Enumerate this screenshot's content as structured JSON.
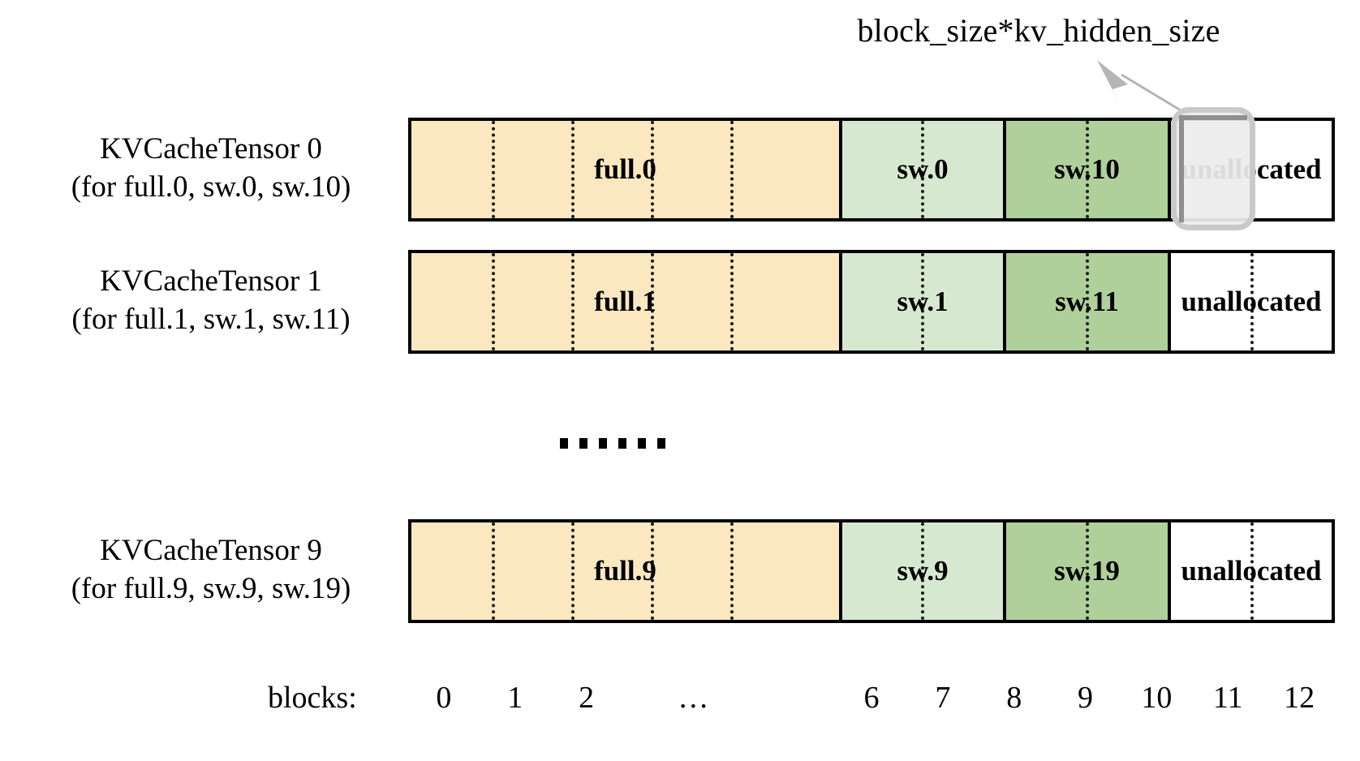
{
  "diagram": {
    "title_callout": "block_size*kv_hidden_size",
    "axis_caption": "blocks:",
    "block_ticks": [
      "0",
      "1",
      "2",
      "…",
      "6",
      "7",
      "8",
      "9",
      "10",
      "11",
      "12"
    ],
    "ellipsis_marker": "......",
    "colors": {
      "full_fill": "#FBE8C0",
      "sw_light_fill": "#D7E8D0",
      "sw_dark_fill": "#AFD09B",
      "unallocated_fill": "#FFFFFF",
      "border": "#000000",
      "highlight_border": "#C9C9C9",
      "highlight_fill": "#ECECEC",
      "arrow": "#B5B5B5",
      "divider_dotted": "#1A1A1A"
    },
    "rows": [
      {
        "label_line1": "KVCacheTensor 0",
        "label_line2": "(for full.0, sw.0, sw.10)",
        "segments": [
          {
            "name": "full.0",
            "kind": "full"
          },
          {
            "name": "sw.0",
            "kind": "sw-light"
          },
          {
            "name": "sw.10",
            "kind": "sw-dark"
          },
          {
            "name": "unallocated",
            "kind": "unallocated"
          }
        ]
      },
      {
        "label_line1": "KVCacheTensor 1",
        "label_line2": "(for full.1, sw.1, sw.11)",
        "segments": [
          {
            "name": "full.1",
            "kind": "full"
          },
          {
            "name": "sw.1",
            "kind": "sw-light"
          },
          {
            "name": "sw.11",
            "kind": "sw-dark"
          },
          {
            "name": "unallocated",
            "kind": "unallocated"
          }
        ]
      },
      {
        "label_line1": "KVCacheTensor 9",
        "label_line2": "(for full.9, sw.9, sw.19)",
        "segments": [
          {
            "name": "full.9",
            "kind": "full"
          },
          {
            "name": "sw.9",
            "kind": "sw-light"
          },
          {
            "name": "sw.19",
            "kind": "sw-dark"
          },
          {
            "name": "unallocated",
            "kind": "unallocated"
          }
        ]
      }
    ]
  }
}
